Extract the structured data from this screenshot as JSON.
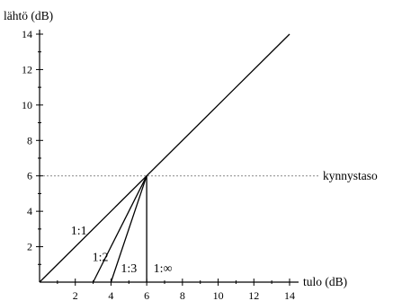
{
  "chart_data": {
    "type": "line",
    "title": "",
    "xlabel": "tulo (dB)",
    "ylabel": "lähtö (dB)",
    "xlim": [
      0,
      14
    ],
    "ylim": [
      0,
      14
    ],
    "x_ticks": [
      2,
      4,
      6,
      8,
      10,
      12,
      14
    ],
    "y_ticks": [
      2,
      4,
      6,
      8,
      10,
      12,
      14
    ],
    "threshold": {
      "y": 6,
      "label": "kynnystaso"
    },
    "series": [
      {
        "name": "1:1",
        "points": [
          [
            0,
            0
          ],
          [
            14,
            14
          ]
        ]
      },
      {
        "name": "1:2",
        "points": [
          [
            3,
            0
          ],
          [
            6,
            6
          ]
        ]
      },
      {
        "name": "1:3",
        "points": [
          [
            4,
            0
          ],
          [
            6,
            6
          ]
        ]
      },
      {
        "name": "1:∞",
        "points": [
          [
            6,
            0
          ],
          [
            6,
            6
          ]
        ]
      }
    ],
    "series_labels": [
      {
        "text": "1:1",
        "x": 2.2,
        "y": 2.7
      },
      {
        "text": "1:2",
        "x": 3.4,
        "y": 1.2
      },
      {
        "text": "1:3",
        "x": 5.0,
        "y": 0.55
      },
      {
        "text": "1:∞",
        "x": 6.9,
        "y": 0.55
      }
    ],
    "grid": false
  }
}
